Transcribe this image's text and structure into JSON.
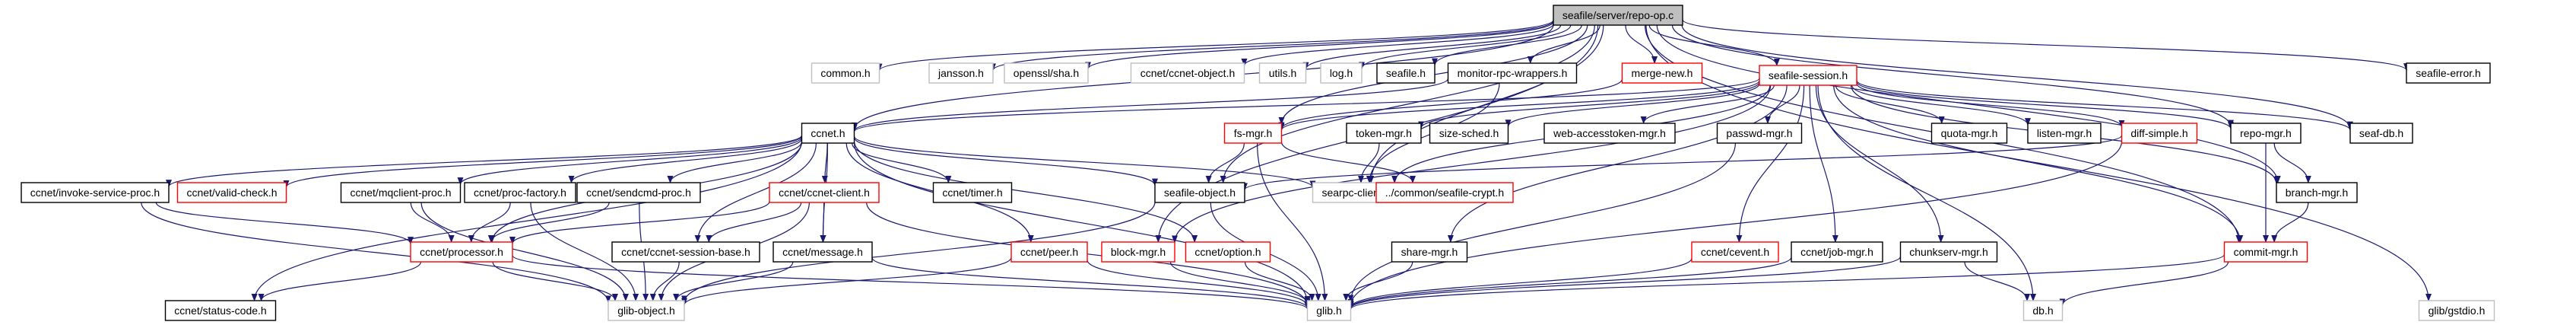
{
  "diagram": {
    "type": "include-dependency-graph",
    "colors": {
      "edge": "#191970",
      "root_fill": "#bfbfbf",
      "root_border": "#000000",
      "normal_border": "#000000",
      "linked_border": "#ff0000",
      "missing_border": "#bfbfbf",
      "fill": "#ffffff"
    },
    "nodes": [
      {
        "id": "root",
        "label": "seafile/server/repo-op.c",
        "style": "root"
      },
      {
        "id": "common",
        "label": "common.h",
        "style": "missing"
      },
      {
        "id": "jansson",
        "label": "jansson.h",
        "style": "missing"
      },
      {
        "id": "openssl",
        "label": "openssl/sha.h",
        "style": "missing"
      },
      {
        "id": "ccnetobj",
        "label": "ccnet/ccnet-object.h",
        "style": "missing"
      },
      {
        "id": "utils",
        "label": "utils.h",
        "style": "missing"
      },
      {
        "id": "log",
        "label": "log.h",
        "style": "missing"
      },
      {
        "id": "seafile",
        "label": "seafile.h",
        "style": "normal"
      },
      {
        "id": "monitor",
        "label": "monitor-rpc-wrappers.h",
        "style": "normal"
      },
      {
        "id": "mergenew",
        "label": "merge-new.h",
        "style": "linked"
      },
      {
        "id": "session",
        "label": "seafile-session.h",
        "style": "linked"
      },
      {
        "id": "seaferror",
        "label": "seafile-error.h",
        "style": "normal"
      },
      {
        "id": "ccneth",
        "label": "ccnet.h",
        "style": "normal"
      },
      {
        "id": "fsmgr",
        "label": "fs-mgr.h",
        "style": "linked"
      },
      {
        "id": "tokenmgr",
        "label": "token-mgr.h",
        "style": "normal"
      },
      {
        "id": "sizesched",
        "label": "size-sched.h",
        "style": "normal"
      },
      {
        "id": "webaccess",
        "label": "web-accesstoken-mgr.h",
        "style": "normal"
      },
      {
        "id": "passwd",
        "label": "passwd-mgr.h",
        "style": "normal"
      },
      {
        "id": "quota",
        "label": "quota-mgr.h",
        "style": "normal"
      },
      {
        "id": "listen",
        "label": "listen-mgr.h",
        "style": "normal"
      },
      {
        "id": "diffsimple",
        "label": "diff-simple.h",
        "style": "linked"
      },
      {
        "id": "repomgr",
        "label": "repo-mgr.h",
        "style": "normal"
      },
      {
        "id": "seafdb",
        "label": "seaf-db.h",
        "style": "normal"
      },
      {
        "id": "invoke",
        "label": "ccnet/invoke-service-proc.h",
        "style": "normal"
      },
      {
        "id": "valid",
        "label": "ccnet/valid-check.h",
        "style": "linked"
      },
      {
        "id": "mqclient",
        "label": "ccnet/mqclient-proc.h",
        "style": "normal"
      },
      {
        "id": "procfactory",
        "label": "ccnet/proc-factory.h",
        "style": "normal"
      },
      {
        "id": "sendcmd",
        "label": "ccnet/sendcmd-proc.h",
        "style": "normal"
      },
      {
        "id": "client",
        "label": "ccnet/ccnet-client.h",
        "style": "linked"
      },
      {
        "id": "timer",
        "label": "ccnet/timer.h",
        "style": "normal"
      },
      {
        "id": "seafobj",
        "label": "seafile-object.h",
        "style": "normal"
      },
      {
        "id": "searpc",
        "label": "searpc-client.h",
        "style": "missing"
      },
      {
        "id": "crypt",
        "label": "../common/seafile-crypt.h",
        "style": "linked"
      },
      {
        "id": "branch",
        "label": "branch-mgr.h",
        "style": "normal"
      },
      {
        "id": "processor",
        "label": "ccnet/processor.h",
        "style": "linked"
      },
      {
        "id": "sessbase",
        "label": "ccnet/ccnet-session-base.h",
        "style": "normal"
      },
      {
        "id": "message",
        "label": "ccnet/message.h",
        "style": "normal"
      },
      {
        "id": "peer",
        "label": "ccnet/peer.h",
        "style": "linked"
      },
      {
        "id": "blockmgr",
        "label": "block-mgr.h",
        "style": "linked"
      },
      {
        "id": "option",
        "label": "ccnet/option.h",
        "style": "linked"
      },
      {
        "id": "sharemgr",
        "label": "share-mgr.h",
        "style": "normal"
      },
      {
        "id": "cevent",
        "label": "ccnet/cevent.h",
        "style": "linked"
      },
      {
        "id": "jobmgr",
        "label": "ccnet/job-mgr.h",
        "style": "normal"
      },
      {
        "id": "chunkserv",
        "label": "chunkserv-mgr.h",
        "style": "normal"
      },
      {
        "id": "commitmgr",
        "label": "commit-mgr.h",
        "style": "linked"
      },
      {
        "id": "statuscode",
        "label": "ccnet/status-code.h",
        "style": "normal"
      },
      {
        "id": "glibobj",
        "label": "glib-object.h",
        "style": "missing"
      },
      {
        "id": "glib",
        "label": "glib.h",
        "style": "missing"
      },
      {
        "id": "dbh",
        "label": "db.h",
        "style": "missing"
      },
      {
        "id": "gstdio",
        "label": "glib/gstdio.h",
        "style": "missing"
      }
    ],
    "edges": [
      [
        "root",
        "common"
      ],
      [
        "root",
        "jansson"
      ],
      [
        "root",
        "openssl"
      ],
      [
        "root",
        "ccnetobj"
      ],
      [
        "root",
        "utils"
      ],
      [
        "root",
        "log"
      ],
      [
        "root",
        "seafile"
      ],
      [
        "root",
        "monitor"
      ],
      [
        "root",
        "mergenew"
      ],
      [
        "root",
        "session"
      ],
      [
        "root",
        "seaferror"
      ],
      [
        "root",
        "ccneth"
      ],
      [
        "root",
        "seafobj"
      ],
      [
        "root",
        "fsmgr"
      ],
      [
        "root",
        "searpc"
      ],
      [
        "root",
        "seafdb"
      ],
      [
        "root",
        "repomgr"
      ],
      [
        "root",
        "branch"
      ],
      [
        "root",
        "commitmgr"
      ],
      [
        "root",
        "gstdio"
      ],
      [
        "root",
        "blockmgr"
      ],
      [
        "monitor",
        "ccneth"
      ],
      [
        "monitor",
        "searpc"
      ],
      [
        "mergenew",
        "fsmgr"
      ],
      [
        "session",
        "ccneth"
      ],
      [
        "session",
        "fsmgr"
      ],
      [
        "session",
        "tokenmgr"
      ],
      [
        "session",
        "sizesched"
      ],
      [
        "session",
        "webaccess"
      ],
      [
        "session",
        "passwd"
      ],
      [
        "session",
        "quota"
      ],
      [
        "session",
        "listen"
      ],
      [
        "session",
        "diffsimple"
      ],
      [
        "session",
        "repomgr"
      ],
      [
        "session",
        "seafdb"
      ],
      [
        "session",
        "sharemgr"
      ],
      [
        "session",
        "cevent"
      ],
      [
        "session",
        "jobmgr"
      ],
      [
        "session",
        "chunkserv"
      ],
      [
        "session",
        "dbh"
      ],
      [
        "session",
        "branch"
      ],
      [
        "session",
        "commitmgr"
      ],
      [
        "session",
        "searpc"
      ],
      [
        "session",
        "blockmgr"
      ],
      [
        "ccneth",
        "invoke"
      ],
      [
        "ccneth",
        "valid"
      ],
      [
        "ccneth",
        "mqclient"
      ],
      [
        "ccneth",
        "procfactory"
      ],
      [
        "ccneth",
        "sendcmd"
      ],
      [
        "ccneth",
        "client"
      ],
      [
        "ccneth",
        "timer"
      ],
      [
        "ccneth",
        "seafobj"
      ],
      [
        "ccneth",
        "searpc"
      ],
      [
        "ccneth",
        "processor"
      ],
      [
        "ccneth",
        "sessbase"
      ],
      [
        "ccneth",
        "message"
      ],
      [
        "ccneth",
        "peer"
      ],
      [
        "ccneth",
        "option"
      ],
      [
        "ccneth",
        "glib"
      ],
      [
        "ccneth",
        "statuscode"
      ],
      [
        "fsmgr",
        "seafobj"
      ],
      [
        "fsmgr",
        "crypt"
      ],
      [
        "fsmgr",
        "glib"
      ],
      [
        "tokenmgr",
        "searpc"
      ],
      [
        "passwd",
        "glib"
      ],
      [
        "diffsimple",
        "seafobj"
      ],
      [
        "diffsimple",
        "glib"
      ],
      [
        "repomgr",
        "branch"
      ],
      [
        "repomgr",
        "commitmgr"
      ],
      [
        "branch",
        "commitmgr"
      ],
      [
        "commitmgr",
        "glib"
      ],
      [
        "commitmgr",
        "dbh"
      ],
      [
        "invoke",
        "processor"
      ],
      [
        "invoke",
        "glibobj"
      ],
      [
        "mqclient",
        "processor"
      ],
      [
        "mqclient",
        "glibobj"
      ],
      [
        "procfactory",
        "processor"
      ],
      [
        "procfactory",
        "glibobj"
      ],
      [
        "sendcmd",
        "processor"
      ],
      [
        "sendcmd",
        "glibobj"
      ],
      [
        "client",
        "sessbase"
      ],
      [
        "client",
        "message"
      ],
      [
        "client",
        "processor"
      ],
      [
        "client",
        "glib"
      ],
      [
        "client",
        "glibobj"
      ],
      [
        "processor",
        "glibobj"
      ],
      [
        "processor",
        "statuscode"
      ],
      [
        "processor",
        "glib"
      ],
      [
        "sessbase",
        "glibobj"
      ],
      [
        "message",
        "glibobj"
      ],
      [
        "message",
        "glib"
      ],
      [
        "seafobj",
        "glibobj"
      ],
      [
        "seafobj",
        "glib"
      ],
      [
        "peer",
        "glibobj"
      ],
      [
        "peer",
        "glib"
      ],
      [
        "blockmgr",
        "glib"
      ],
      [
        "option",
        "glib"
      ],
      [
        "sharemgr",
        "glib"
      ],
      [
        "cevent",
        "glib"
      ],
      [
        "jobmgr",
        "glib"
      ],
      [
        "chunkserv",
        "glib"
      ],
      [
        "chunkserv",
        "dbh"
      ]
    ]
  }
}
